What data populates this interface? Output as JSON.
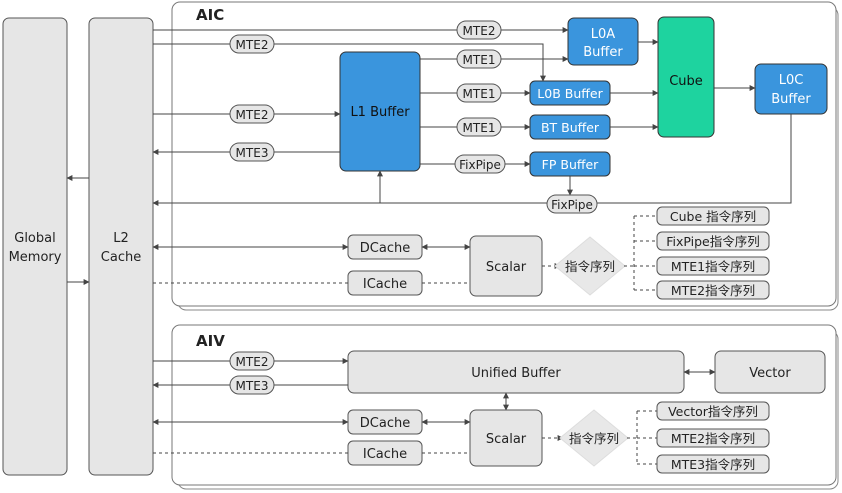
{
  "left": {
    "global_memory_l1": "Global",
    "global_memory_l2": "Memory",
    "l2_cache_l1": "L2",
    "l2_cache_l2": "Cache"
  },
  "aic": {
    "title": "AIC",
    "l1_buffer": "L1 Buffer",
    "l0a_l1": "L0A",
    "l0a_l2": "Buffer",
    "cube": "Cube",
    "l0c_l1": "L0C",
    "l0c_l2": "Buffer",
    "l0b_buffer": "L0B Buffer",
    "bt_buffer": "BT Buffer",
    "fp_buffer": "FP Buffer",
    "labels": {
      "mte2_top": "MTE2",
      "mte2_a": "MTE2",
      "mte1_a": "MTE1",
      "mte1_b": "MTE1",
      "mte2_b": "MTE2",
      "mte1_c": "MTE1",
      "mte3": "MTE3",
      "fixpipe_a": "FixPipe",
      "fixpipe_b": "FixPipe"
    },
    "dcache": "DCache",
    "icache": "ICache",
    "scalar": "Scalar",
    "instr_seq": "指令序列",
    "queues": [
      "Cube 指令序列",
      "FixPipe指令序列",
      "MTE1指令序列",
      "MTE2指令序列"
    ]
  },
  "aiv": {
    "title": "AIV",
    "mte2": "MTE2",
    "mte3": "MTE3",
    "unified_buffer": "Unified Buffer",
    "vector": "Vector",
    "dcache": "DCache",
    "icache": "ICache",
    "scalar": "Scalar",
    "instr_seq": "指令序列",
    "queues": [
      "Vector指令序列",
      "MTE2指令序列",
      "MTE3指令序列"
    ]
  },
  "colors": {
    "blue": "#3a95dd",
    "teal": "#1ed39f",
    "gray_box": "#e6e6e6",
    "border": "#555555",
    "line": "#444444"
  }
}
